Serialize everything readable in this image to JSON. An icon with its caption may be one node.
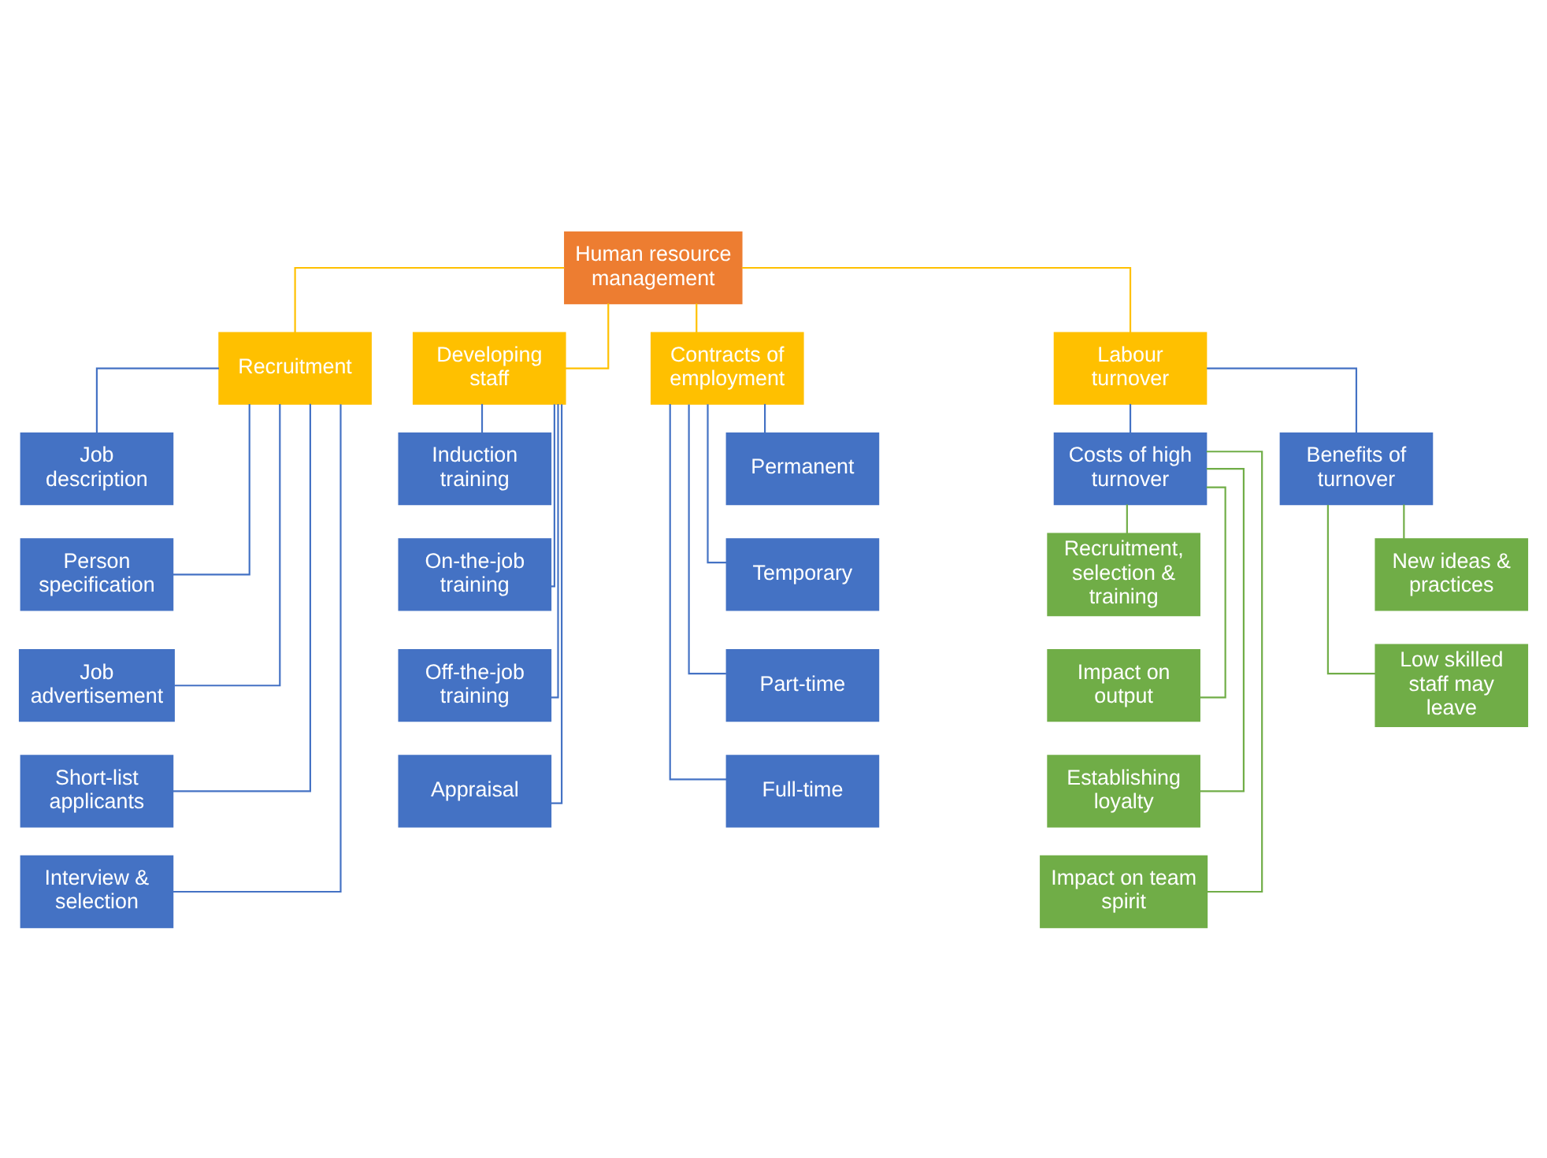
{
  "diagram": {
    "nodes": [
      {
        "text": [
          "Human resource management"
        ]
      },
      {
        "text": [
          "Recruitment"
        ]
      },
      {
        "text": [
          "Developing staff"
        ]
      },
      {
        "text": [
          "Contracts of employment"
        ]
      },
      {
        "text": [
          "Labour turnover"
        ]
      },
      {
        "text": [
          "Job description"
        ]
      },
      {
        "text": [
          "Person specification"
        ]
      },
      {
        "text": [
          "Job advertisement"
        ]
      },
      {
        "text": [
          "Short-list applicants"
        ]
      },
      {
        "text": [
          "Interview & selection"
        ]
      },
      {
        "text": [
          "Induction training"
        ]
      },
      {
        "text": [
          "On-the-job training"
        ]
      },
      {
        "text": [
          "Off-the-job training"
        ]
      },
      {
        "text": [
          "Appraisal"
        ]
      },
      {
        "text": [
          "Permanent"
        ]
      },
      {
        "text": [
          "Temporary"
        ]
      },
      {
        "text": [
          "Part-time"
        ]
      },
      {
        "text": [
          "Full-time"
        ]
      },
      {
        "text": [
          "Costs of high turnover"
        ]
      },
      {
        "text": [
          "Benefits of turnover"
        ]
      },
      {
        "text": [
          "Recruitment, selection & training"
        ]
      },
      {
        "text": [
          "Impact on output"
        ]
      },
      {
        "text": [
          "Establishing loyalty"
        ]
      },
      {
        "text": [
          "Impact on team spirit"
        ]
      },
      {
        "text": [
          "New ideas & practices"
        ]
      },
      {
        "text": [
          "Low skilled staff may leave"
        ]
      }
    ],
    "edges": [
      {
        "from": 0,
        "to": 1,
        "arrow": "none",
        "color": "#ffc000"
      },
      {
        "from": 0,
        "to": 2,
        "arrow": "none",
        "color": "#ffc000"
      },
      {
        "from": 0,
        "to": 3,
        "arrow": "none",
        "color": "#ffc000"
      },
      {
        "from": 0,
        "to": 4,
        "arrow": "none",
        "color": "#ffc000"
      },
      {
        "from": 1,
        "to": 5,
        "arrow": "none"
      },
      {
        "from": 1,
        "to": 6,
        "arrow": "none"
      },
      {
        "from": 1,
        "to": 7,
        "arrow": "none"
      },
      {
        "from": 1,
        "to": 8,
        "arrow": "none"
      },
      {
        "from": 1,
        "to": 9,
        "arrow": "none"
      },
      {
        "from": 2,
        "to": 10,
        "arrow": "none"
      },
      {
        "from": 2,
        "to": 11,
        "arrow": "none"
      },
      {
        "from": 2,
        "to": 12,
        "arrow": "none"
      },
      {
        "from": 2,
        "to": 13,
        "arrow": "none"
      },
      {
        "from": 3,
        "to": 14,
        "arrow": "none"
      },
      {
        "from": 3,
        "to": 15,
        "arrow": "none"
      },
      {
        "from": 3,
        "to": 16,
        "arrow": "none"
      },
      {
        "from": 3,
        "to": 17,
        "arrow": "none"
      },
      {
        "from": 4,
        "to": 18,
        "arrow": "none"
      },
      {
        "from": 4,
        "to": 19,
        "arrow": "none"
      },
      {
        "from": 18,
        "to": 20,
        "arrow": "none",
        "color": "#70ad47"
      },
      {
        "from": 18,
        "to": 21,
        "arrow": "none",
        "color": "#70ad47"
      },
      {
        "from": 18,
        "to": 22,
        "arrow": "none",
        "color": "#70ad47"
      },
      {
        "from": 18,
        "to": 23,
        "arrow": "none",
        "color": "#70ad47"
      },
      {
        "from": 19,
        "to": 24,
        "arrow": "none",
        "color": "#70ad47"
      },
      {
        "from": 19,
        "to": 25,
        "arrow": "none",
        "color": "#70ad47"
      }
    ]
  }
}
